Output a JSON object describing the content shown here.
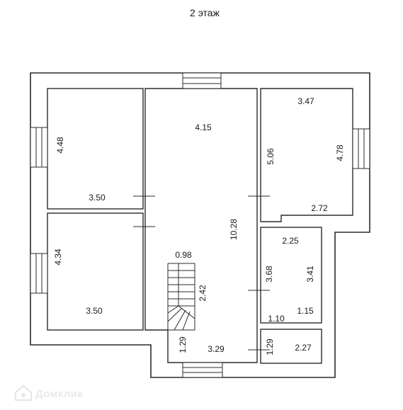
{
  "floor_title": "2 этаж",
  "watermark": "Домклик",
  "dimensions": {
    "room_top_left_height": "4.48",
    "room_top_left_width": "3.50",
    "room_bottom_left_height": "4.34",
    "room_bottom_left_width": "3.50",
    "hall_width": "4.15",
    "hall_length": "10.28",
    "stair_width": "0.98",
    "stair_length": "2.42",
    "hall_bottom_depth": "1.29",
    "hall_bottom_width": "3.29",
    "room_right_top_width": "3.47",
    "room_right_top_left_height": "5.06",
    "room_right_top_right_height": "4.78",
    "room_right_top_bottom_width": "2.72",
    "room_right_mid_width": "2.25",
    "room_right_mid_left_height": "3.68",
    "room_right_mid_right_height": "3.41",
    "room_right_mid_bottom_left": "1.10",
    "room_right_mid_bottom_right": "1.15",
    "room_right_small_height": "1.29",
    "room_right_small_width": "2.27"
  }
}
